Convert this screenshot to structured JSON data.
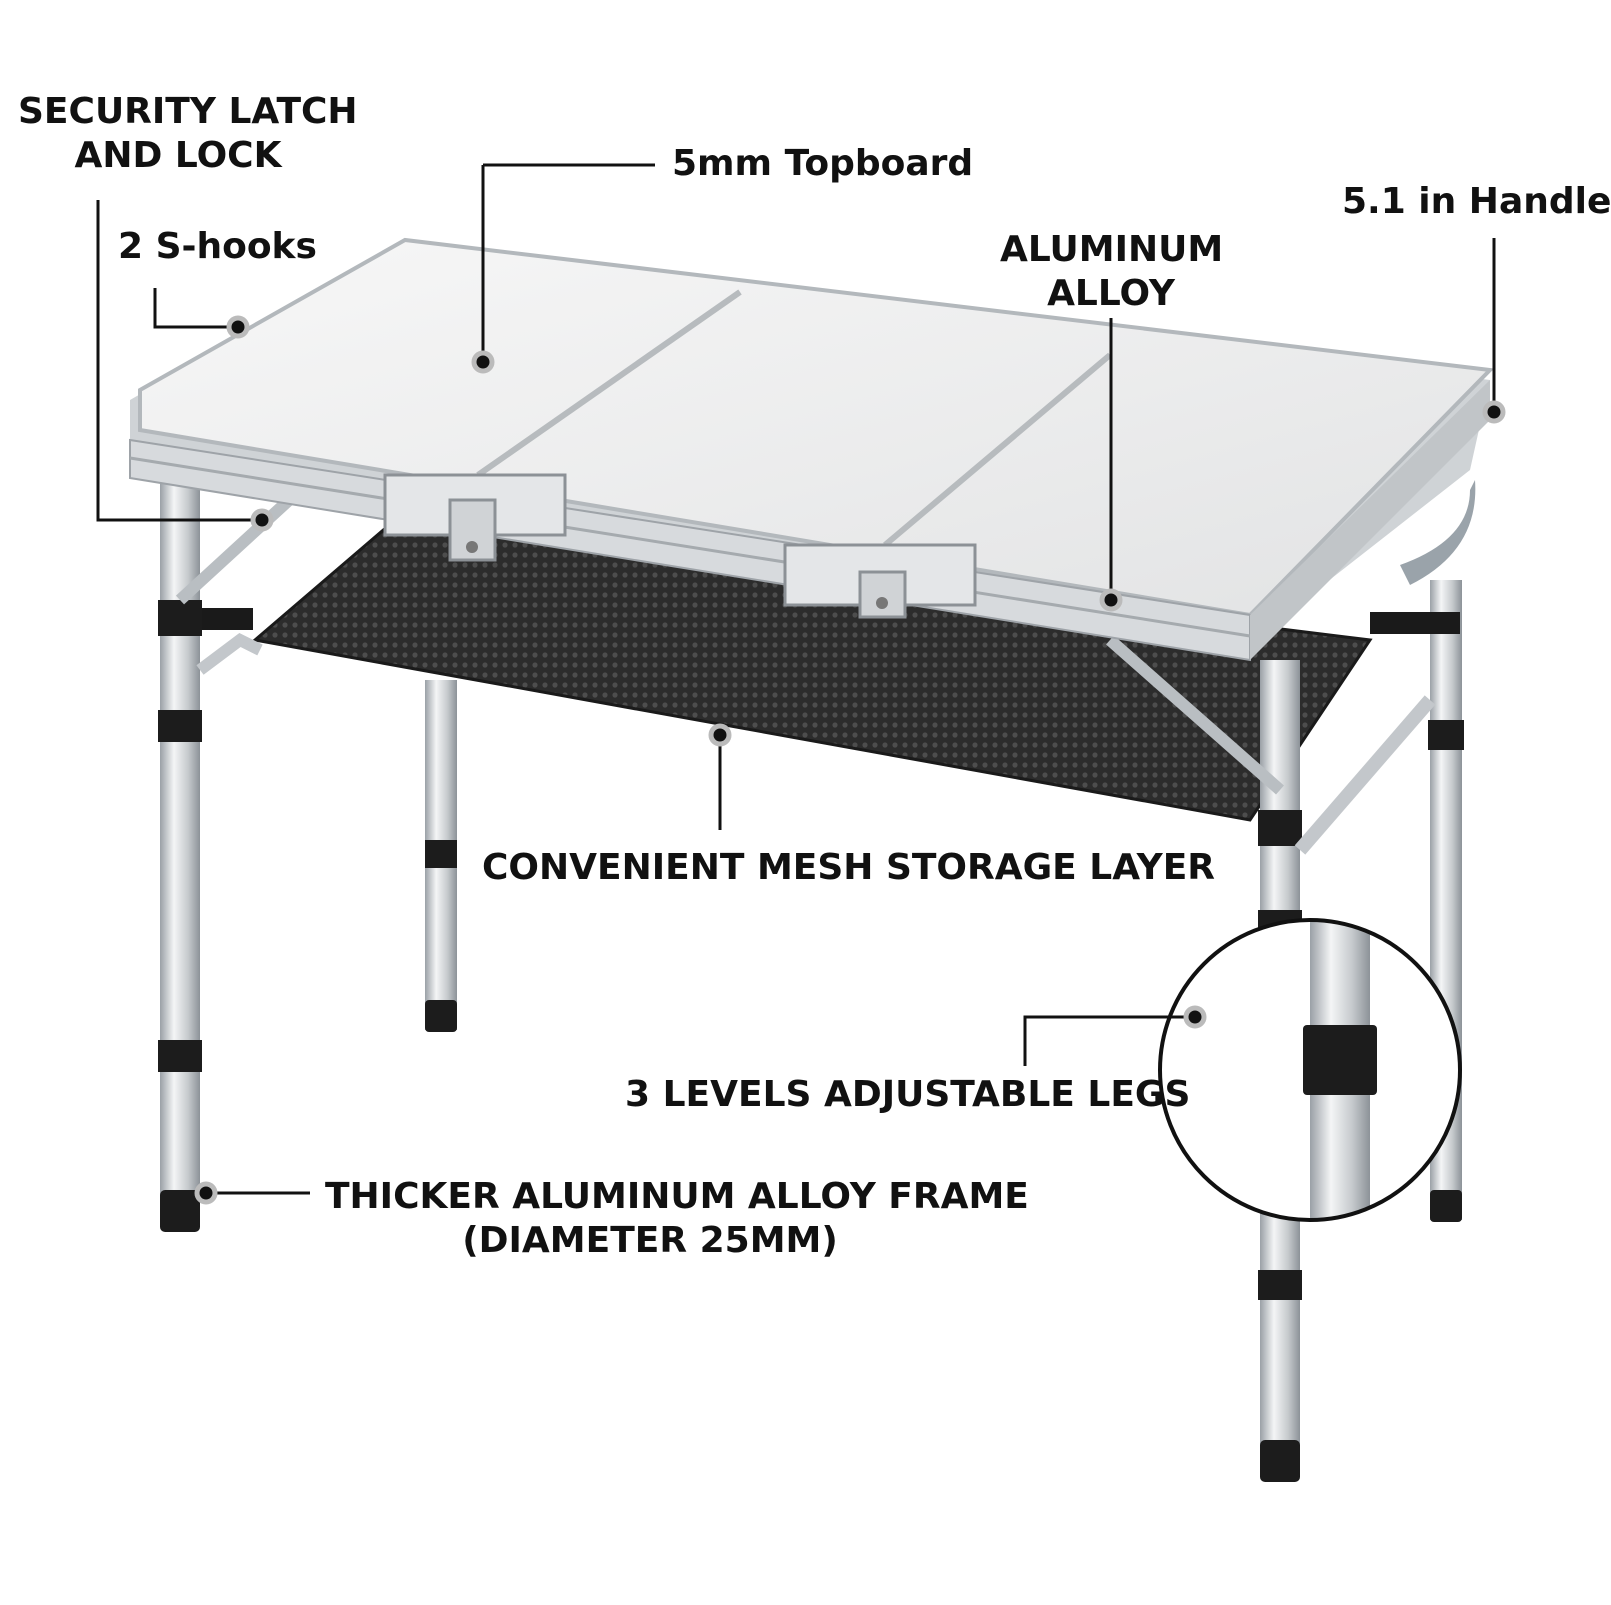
{
  "callouts": {
    "security_latch": {
      "line1": "SECURITY LATCH",
      "line2": "AND LOCK"
    },
    "s_hooks": "2 S-hooks",
    "topboard": "5mm Topboard",
    "aluminum": {
      "line1": "ALUMINUM",
      "line2": "ALLOY"
    },
    "handle": "5.1 in Handle",
    "mesh": "CONVENIENT MESH STORAGE LAYER",
    "legs": "3 LEVELS ADJUSTABLE LEGS",
    "frame": {
      "line1": "THICKER ALUMINUM ALLOY FRAME",
      "line2": "(DIAMETER 25MM)"
    }
  },
  "colors": {
    "text": "#111111",
    "leader": "#111111",
    "mesh": "#2b2b2b",
    "frame": "#c8ccd0",
    "topboard": "#efefef"
  },
  "icons": [
    "callout-dot-icon"
  ]
}
